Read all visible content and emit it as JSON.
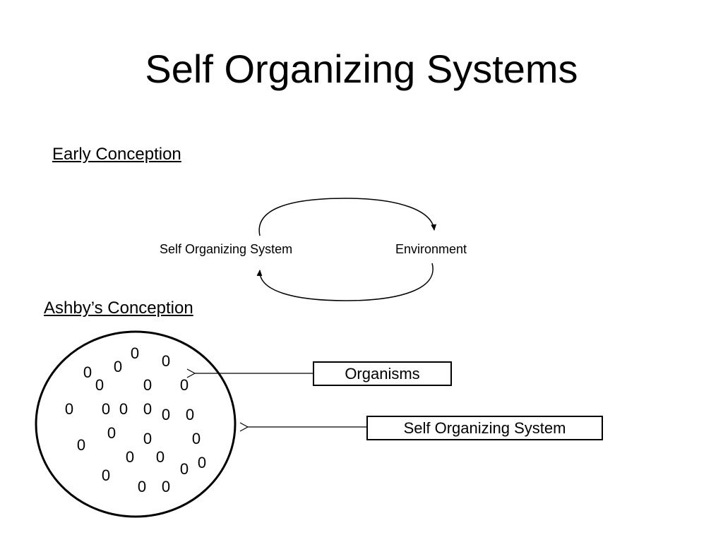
{
  "slide": {
    "title": "Self Organizing Systems"
  },
  "early_conception": {
    "heading": "Early Conception",
    "system_label": "Self Organizing System",
    "environment_label": "Environment"
  },
  "ashby_conception": {
    "heading": "Ashby’s Conception",
    "organisms_label": "Organisms",
    "system_label": "Self Organizing System",
    "organism_symbol": "0"
  }
}
